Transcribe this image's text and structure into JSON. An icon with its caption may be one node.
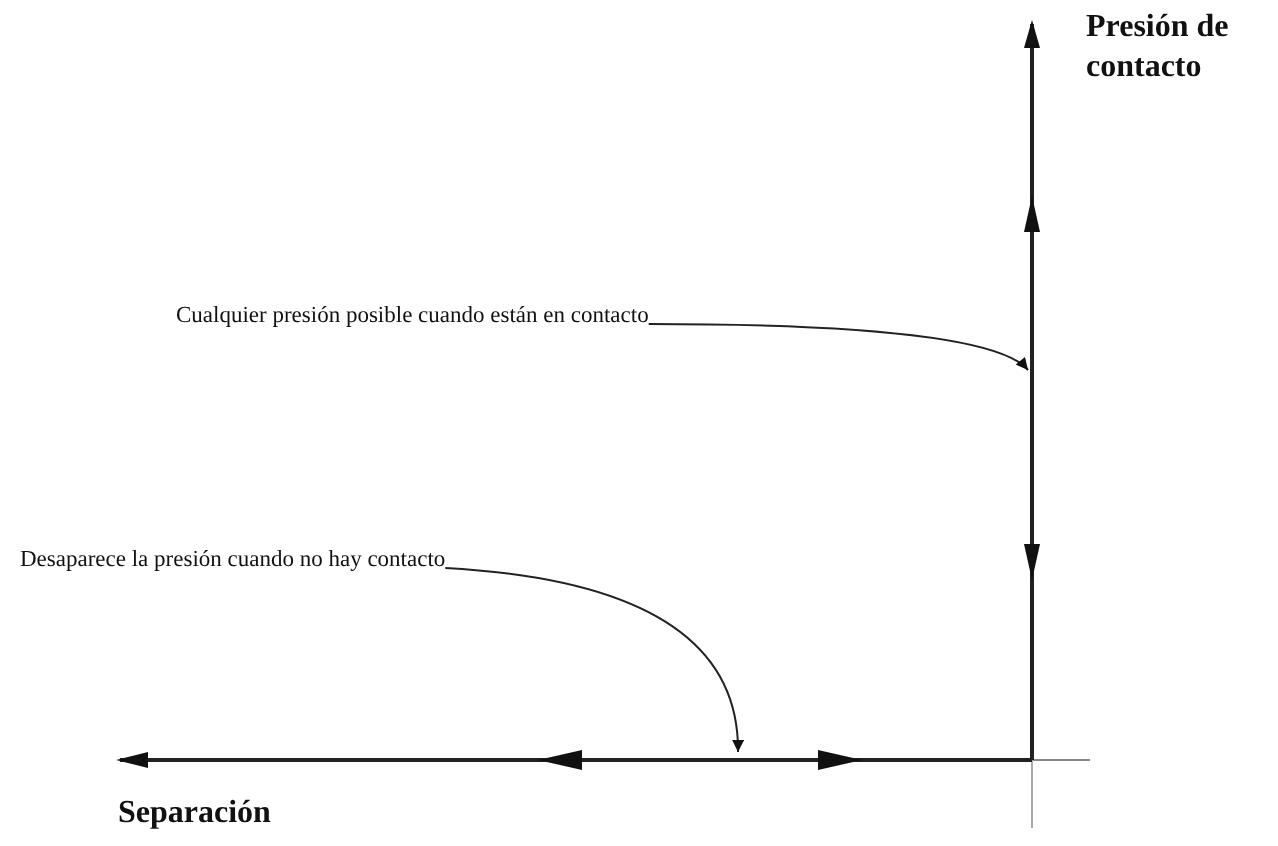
{
  "diagram": {
    "nodes": [
      {
        "text": [
          "Cualquier presión posible cuando están en contacto"
        ]
      },
      {
        "text": [
          "Desaparece la presión cuando no hay contacto"
        ]
      }
    ],
    "edges": [
      {
        "from": 0,
        "to": null,
        "arrow": "to"
      },
      {
        "from": 1,
        "to": null,
        "arrow": "to"
      }
    ],
    "labels": [
      "Presión de contacto",
      "Separación"
    ]
  }
}
